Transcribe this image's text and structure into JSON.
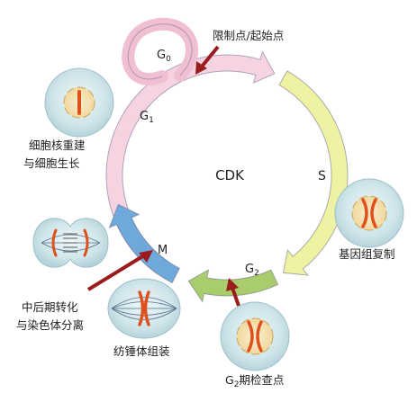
{
  "center_label": "CDK",
  "phases": {
    "g0": {
      "main": "G",
      "sub": "0"
    },
    "g1": {
      "main": "G",
      "sub": "1"
    },
    "s": "S",
    "g2": {
      "main": "G",
      "sub": "2"
    },
    "m": "M"
  },
  "annotations": {
    "restriction_point": "限制点/起始点",
    "nucleus_rebuild_line1": "细胞核重建",
    "nucleus_rebuild_line2": "与细胞生长",
    "gene_duplication": "基因组复制",
    "g2_checkpoint": {
      "main": "G",
      "sub": "2",
      "rest": "期检查点"
    },
    "anaphase_line1": "中后期转化",
    "anaphase_line2": "与染色体分离",
    "spindle_assembly": "纺锤体组装"
  },
  "colors": {
    "g1_arrow": "#f6d3e0",
    "s_arrow": "#eff2a3",
    "g2_arrow": "#a9cd6c",
    "m_arrow": "#6fa9dc",
    "pointer_arrow": "#9b1c1c",
    "cell_fill": "#d6ebee",
    "nucleus_fill": "#f6e4b6",
    "chromosome": "#e0501c"
  }
}
